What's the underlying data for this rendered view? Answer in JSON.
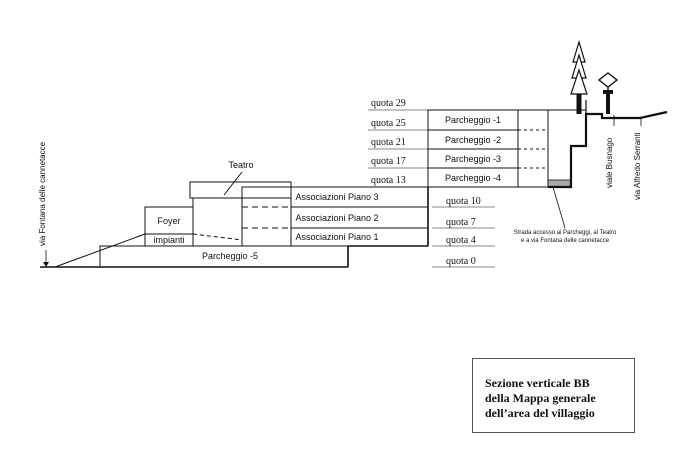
{
  "diagram": {
    "parking_levels": [
      "Parcheggio -1",
      "Parcheggio -2",
      "Parcheggio -3",
      "Parcheggio -4"
    ],
    "parking_bottom": "Parcheggio -5",
    "associations": [
      "Associazioni Piano 3",
      "Associazioni Piano 2",
      "Associazioni Piano 1"
    ],
    "foyer": "Foyer",
    "impianti": "impianti",
    "teatro": "Teatro",
    "quote_left": [
      "quota 29",
      "quota 25",
      "quota 21",
      "quota 17",
      "quota 13"
    ],
    "quote_right": [
      "quota 10",
      "quota 7",
      "quota 4",
      "quota 0"
    ],
    "street_note_1": "Strada accesso ai Parcheggi, al Teatro",
    "street_note_2": "e a via Fontana delle cannetacce",
    "road_left": "via Fontana delle cannetacce",
    "road_busnago": "viale Busnago",
    "road_serranti": "via Alfredo Serranti"
  },
  "legend": {
    "line1": "Sezione verticale BB",
    "line2": "della Mappa generale",
    "line3": "dell’area del villaggio"
  }
}
